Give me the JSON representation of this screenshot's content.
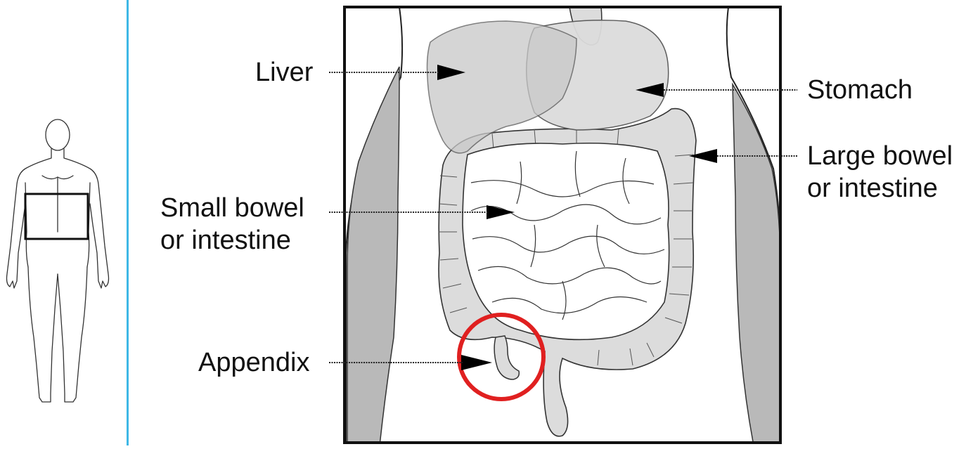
{
  "labels": {
    "liver": "Liver",
    "stomach": "Stomach",
    "large_bowel_line1": "Large bowel",
    "large_bowel_line2": "or intestine",
    "small_bowel_line1": "Small bowel",
    "small_bowel_line2": "or intestine",
    "appendix": "Appendix"
  },
  "colors": {
    "divider": "#3fb8e6",
    "organ_fill": "#dcdcdc",
    "flank_fill": "#b9b9b9",
    "highlight_circle": "#e02020",
    "outline": "#1a1a1a"
  }
}
